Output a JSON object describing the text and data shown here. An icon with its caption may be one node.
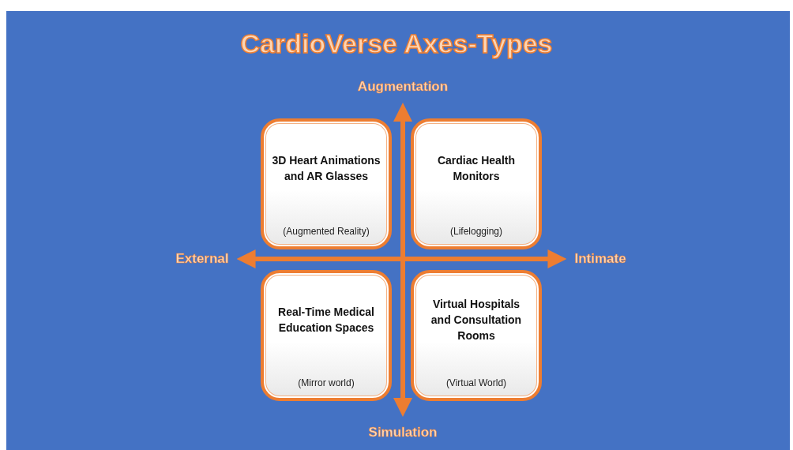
{
  "diagram": {
    "title": "CardioVerse Axes-Types",
    "nodes": [
      {
        "text": [
          "3D Heart Animations and AR Glasses",
          "(Augmented Reality)"
        ]
      },
      {
        "text": [
          "Cardiac Health Monitors",
          "(Lifelogging)"
        ]
      },
      {
        "text": [
          "Real-Time Medical Education Spaces",
          "(Mirror world)"
        ]
      },
      {
        "text": [
          "Virtual Hospitals and Consultation Rooms",
          "(Virtual World)"
        ]
      },
      {
        "text": [
          "Augmentation"
        ]
      },
      {
        "text": [
          "External"
        ]
      },
      {
        "text": [
          "Intimate"
        ]
      },
      {
        "text": [
          "Simulation"
        ]
      }
    ],
    "edges": [
      {
        "from": 4,
        "to": 7,
        "arrow": "both"
      },
      {
        "from": 5,
        "to": 6,
        "arrow": "both"
      }
    ]
  }
}
